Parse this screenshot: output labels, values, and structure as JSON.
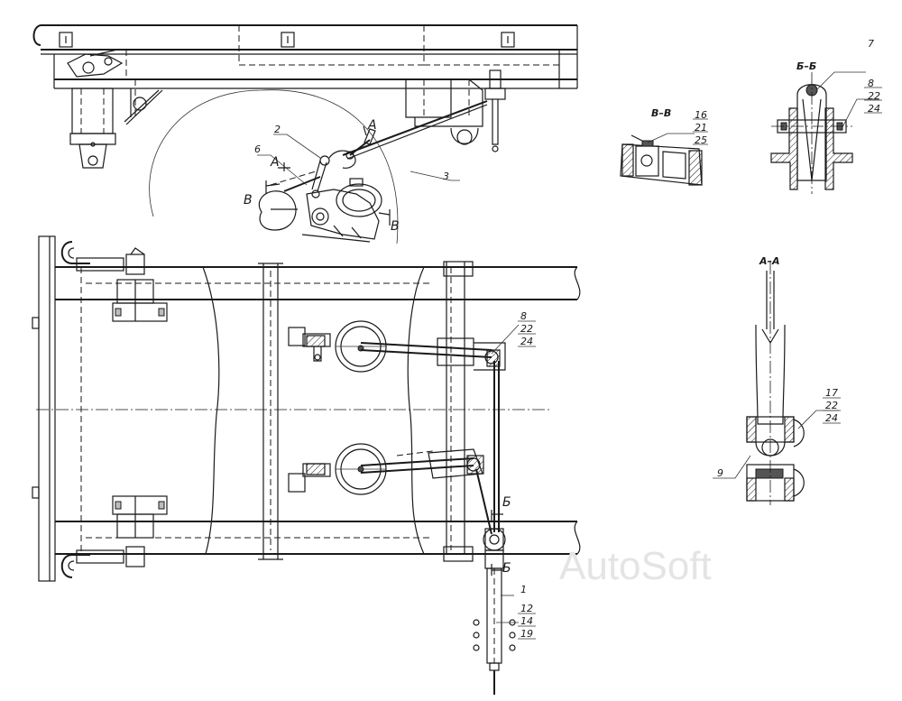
{
  "watermark": "AutoSoft",
  "sections": {
    "v_v": "В–В",
    "b_b": "Б–Б",
    "a_a": "А–А"
  },
  "markers": {
    "a_top": "А",
    "a_mid": "А",
    "v_left": "В",
    "v_right": "В",
    "b_upper": "Б",
    "b_lower": "Б"
  },
  "callouts": {
    "c1": "1",
    "c2": "2",
    "c3": "3",
    "c6": "6",
    "c7": "7",
    "c9": "9",
    "vv_stack": [
      "16",
      "21",
      "25"
    ],
    "bb_stack": [
      "8",
      "22",
      "24"
    ],
    "plan_stack": [
      "8",
      "22",
      "24"
    ],
    "aa_stack": [
      "17",
      "22",
      "24"
    ],
    "rod_stack": [
      "12",
      "14",
      "19"
    ]
  }
}
